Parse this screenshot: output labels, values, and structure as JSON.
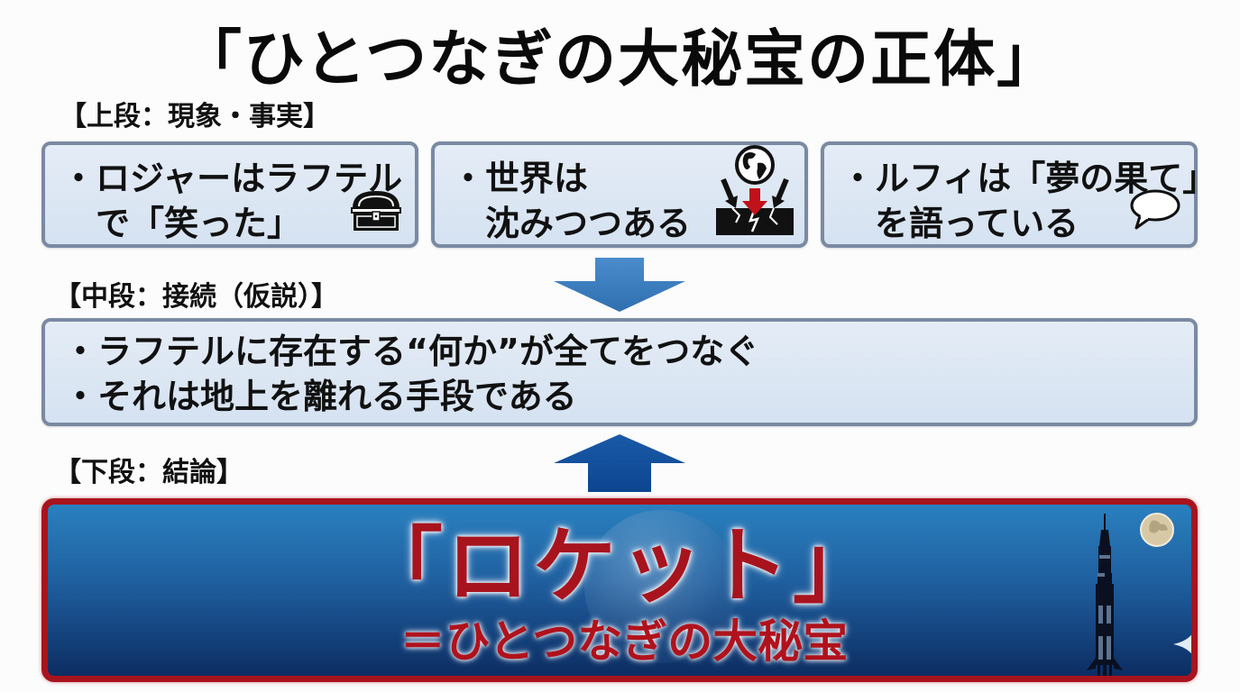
{
  "title": "「ひとつなぎの大秘宝の正体」",
  "sections": {
    "top": {
      "label": "【上段：現象・事実】",
      "facts": [
        {
          "text": "・ロジャーはラフテル\n　で「笑った」",
          "icon": "treasure-chest-icon"
        },
        {
          "text": "・世界は\n　沈みつつある",
          "icon": "sinking-world-icon"
        },
        {
          "text": "・ルフィは「夢の果て」\n　を語っている",
          "icon": "speech-bubble-icon"
        }
      ]
    },
    "middle": {
      "label": "【中段：接続（仮説）】",
      "lines": [
        "・ラフテルに存在する“何か”が全てをつなぐ",
        "・それは地上を離れる手段である"
      ]
    },
    "bottom": {
      "label": "【下段：結論】",
      "main": "「ロケット」",
      "sub": "＝ひとつなぎの大秘宝"
    }
  },
  "arrows": [
    {
      "direction": "down",
      "color": "#3f7fc0"
    },
    {
      "direction": "up",
      "color": "#0f52a0"
    }
  ],
  "colors": {
    "box_fill": "#dbe6f3",
    "box_border": "#7a8aa3",
    "conclusion_border": "#a8141e",
    "conclusion_text": "#a8141e",
    "conclusion_bg_top": "#2a80bf",
    "conclusion_bg_bottom": "#0c2d62"
  }
}
